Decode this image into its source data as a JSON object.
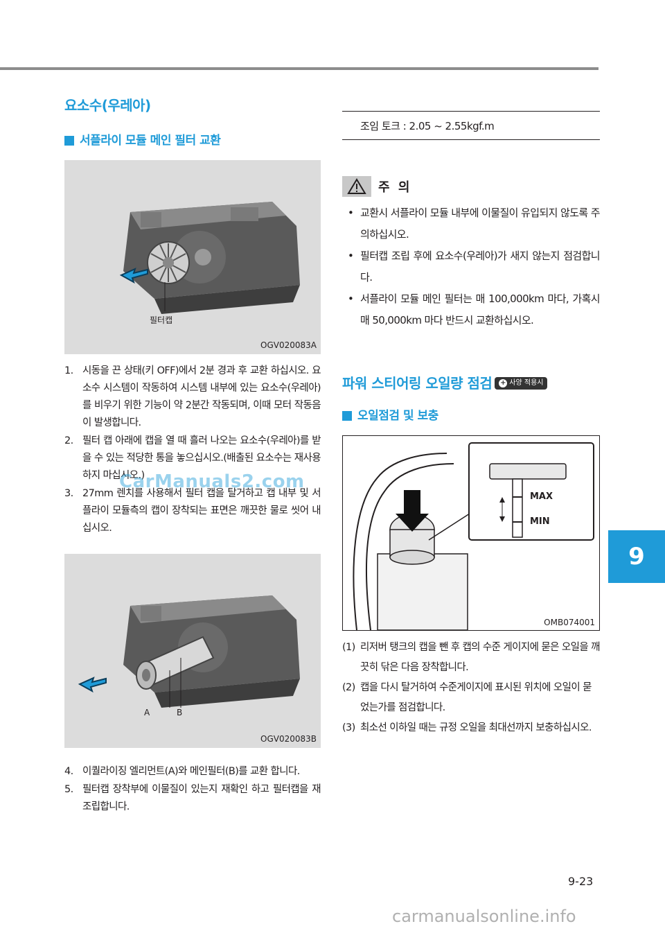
{
  "chapter_number": "9",
  "page_number": "9-23",
  "watermark": "CarManuals2.com",
  "footer_watermark": "carmanualsonline.info",
  "left": {
    "section_title": "요소수(우레아)",
    "subsection_title": "서플라이 모듈 메인 필터 교환",
    "figure1": {
      "callout": "필터캡",
      "code": "OGV020083A"
    },
    "steps_a": [
      {
        "num": "1.",
        "text": "시동을 끈 상태(키 OFF)에서 2분 경과 후 교환 하십시오. 요소수 시스템이 작동하여 시스템 내부에 있는 요소수(우레아)를 비우기 위한 기능이 약 2분간 작동되며, 이때 모터 작동음이 발생합니다."
      },
      {
        "num": "2.",
        "text": "필터 캡 아래에 캡을 열 때 흘러 나오는 요소수(우레아)를 받을 수 있는 적당한 통을 놓으십시오.(배출된 요소수는 재사용하지 마십시오.)"
      },
      {
        "num": "3.",
        "text": "27mm 렌치를 사용해서 필터 캡을 탈거하고 캡 내부 및 서플라이 모듈측의 캡이 장착되는 표면은 깨끗한 물로 씻어 내십시오."
      }
    ],
    "figure2": {
      "label_a": "A",
      "label_b": "B",
      "code": "OGV020083B"
    },
    "steps_b": [
      {
        "num": "4.",
        "text": "이퀄라이징 엘리먼트(A)와 메인필터(B)를 교환 합니다."
      },
      {
        "num": "5.",
        "text": "필터캡 장착부에 이물질이 있는지 재확인 하고 필터캡을 재조립합니다."
      }
    ]
  },
  "right": {
    "torque": "조임 토크 : 2.05 ~ 2.55kgf.m",
    "caution_title": "주 의",
    "caution_items": [
      "교환시 서플라이 모듈 내부에 이물질이 유입되지 않도록 주의하십시오.",
      "필터캡 조립 후에 요소수(우레아)가 새지 않는지 점검합니다.",
      "서플라이 모듈 메인 필터는 매 100,000km 마다, 가혹시 매 50,000km 마다 반드시 교환하십시오."
    ],
    "section2_title": "파워 스티어링 오일량 점검",
    "section2_badge": "사양 적용시",
    "subsection2_title": "오일점검 및 보충",
    "figure3": {
      "max_label": "MAX",
      "min_label": "MIN",
      "code": "OMB074001"
    },
    "oil_steps": [
      {
        "num": "(1)",
        "text": "리저버 탱크의 캡을 뺀 후 캡의 수준 게이지에 묻은 오일을 깨끗히 닦은 다음 장착합니다."
      },
      {
        "num": "(2)",
        "text": "캡을 다시 탈거하여 수준게이지에 표시된 위치에 오일이 묻었는가를 점검합니다."
      },
      {
        "num": "(3)",
        "text": "최소선 이하일 때는 규정 오일을 최대선까지 보충하십시오."
      }
    ]
  },
  "colors": {
    "accent": "#1f9bd8",
    "rule": "#8c8c8c",
    "text": "#231f20",
    "figure_bg": "#dcdcdc"
  },
  "icons": {
    "caution": "warning-triangle-icon",
    "badge": "plus-circle-icon"
  }
}
